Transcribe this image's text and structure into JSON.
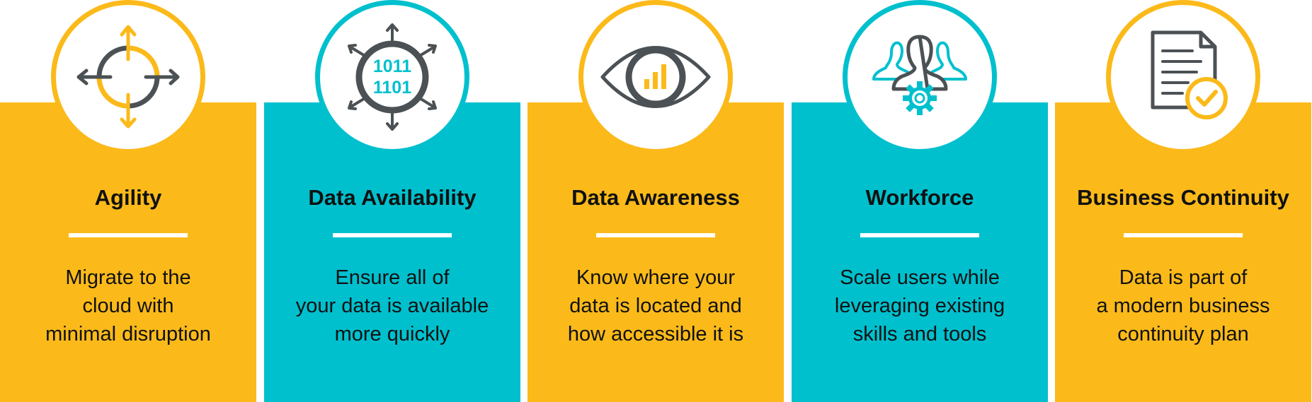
{
  "colors": {
    "yellow": "#FBBA1A",
    "teal": "#00C0CE",
    "dark": "#4B5154",
    "text": "#111111",
    "white": "#FFFFFF"
  },
  "cards": [
    {
      "title": "Agility",
      "color": "yellow",
      "icon": "migrate-arrows-icon",
      "description": [
        "Migrate to the",
        "cloud with",
        "minimal disruption"
      ]
    },
    {
      "title": "Data Availability",
      "color": "teal",
      "icon": "binary-data-hub-icon",
      "icon_text": [
        "1011",
        "1101"
      ],
      "description": [
        "Ensure all of",
        "your data is available",
        "more quickly"
      ]
    },
    {
      "title": "Data Awareness",
      "color": "yellow",
      "icon": "eye-chart-icon",
      "description": [
        "Know where your",
        "data is located and",
        "how accessible it is"
      ]
    },
    {
      "title": "Workforce",
      "color": "teal",
      "icon": "users-gear-icon",
      "description": [
        "Scale users while",
        "leveraging existing",
        "skills and tools"
      ]
    },
    {
      "title": "Business Continuity",
      "color": "yellow",
      "icon": "document-check-icon",
      "description": [
        "Data is part of",
        "a modern business",
        "continuity plan"
      ]
    }
  ]
}
